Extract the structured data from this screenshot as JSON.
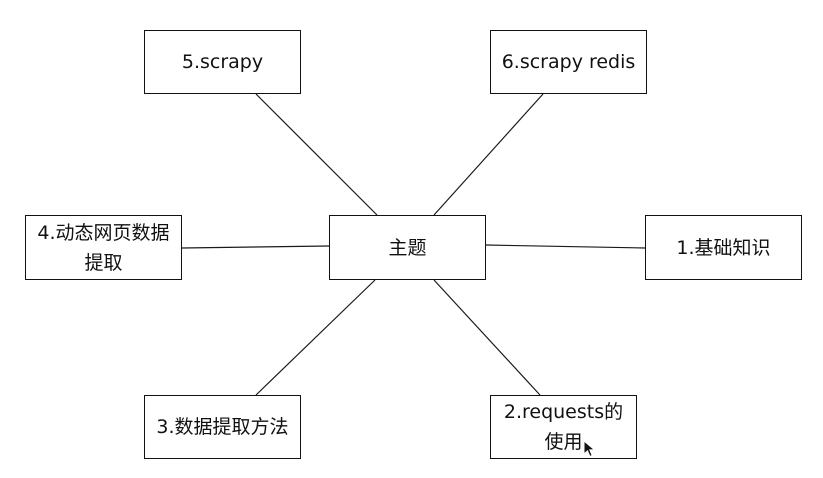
{
  "diagram": {
    "center": {
      "label": "主题"
    },
    "nodes": {
      "basic_knowledge": {
        "label": "1.基础知识"
      },
      "requests_usage": {
        "label": "2.requests的使用"
      },
      "data_extraction_methods": {
        "label": "3.数据提取方法"
      },
      "dynamic_page_data": {
        "label": "4.动态网页数据提取"
      },
      "scrapy": {
        "label": "5.scrapy"
      },
      "scrapy_redis": {
        "label": "6.scrapy redis"
      }
    },
    "line_color": "#1a1a1a",
    "box_border_color": "#111111",
    "background": "#ffffff"
  }
}
